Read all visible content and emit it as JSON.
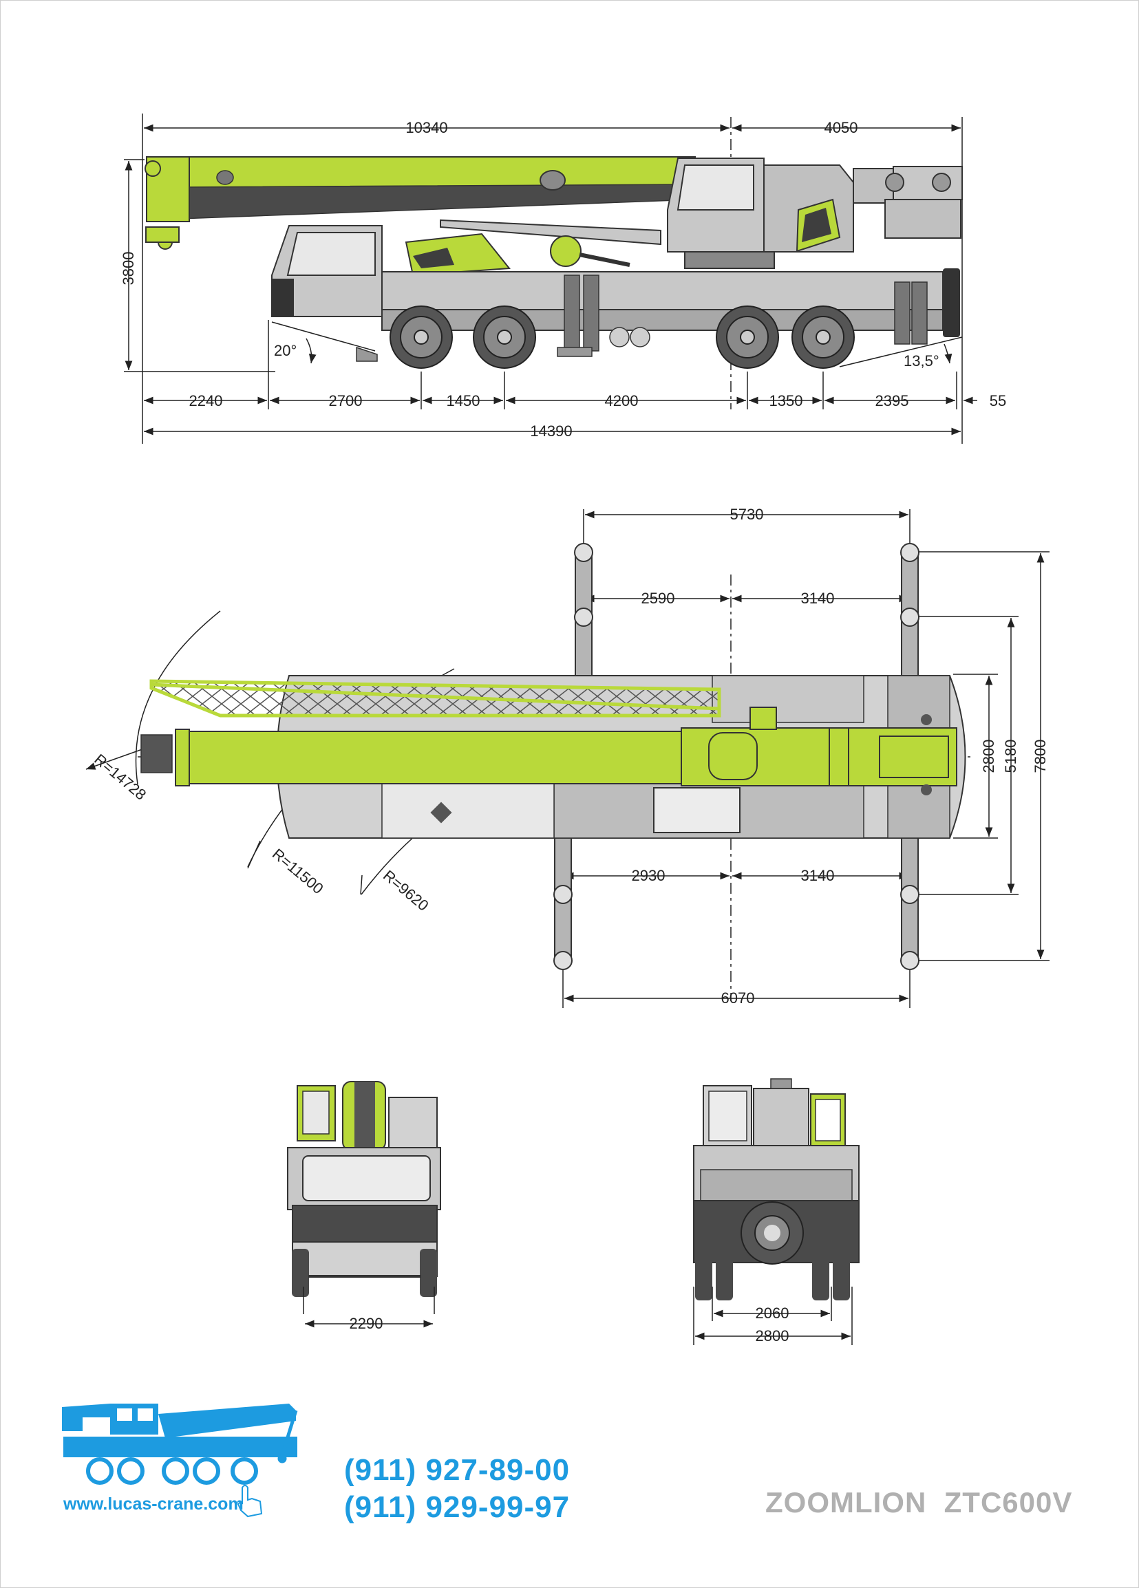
{
  "colors": {
    "accent_green": "#b9d93a",
    "gray_body": "#c8c8c8",
    "dark_gray": "#555555",
    "brand_blue": "#1d9be0",
    "model_gray": "#b0b0b0"
  },
  "side_view": {
    "dims_top": [
      "10340",
      "4050"
    ],
    "dim_height": "3800",
    "dims_bottom": [
      "2240",
      "2700",
      "1450",
      "4200",
      "1350",
      "2395",
      "55"
    ],
    "dim_total": "14390",
    "angle_front": "20°",
    "angle_rear": "13,5°"
  },
  "top_view": {
    "dim_top_outriggers": "5730",
    "dims_upper_half": [
      "2590",
      "3140"
    ],
    "dims_lower_half": [
      "2930",
      "3140"
    ],
    "dim_bottom_outriggers": "6070",
    "dims_width": [
      "2800",
      "5180",
      "7800"
    ],
    "radii": [
      "R=14728",
      "R=11500",
      "R=9620"
    ]
  },
  "front_view": {
    "dim_width": "2290"
  },
  "rear_view": {
    "dim_track": "2060",
    "dim_width": "2800"
  },
  "contacts": {
    "website": "www.lucas-crane.com",
    "phones": [
      "(911) 927-89-00",
      "(911) 929-99-97"
    ]
  },
  "model": "ZOOMLION  ZTC600V",
  "icons": [
    "logo-crane-icon",
    "hand-pointer-icon"
  ]
}
